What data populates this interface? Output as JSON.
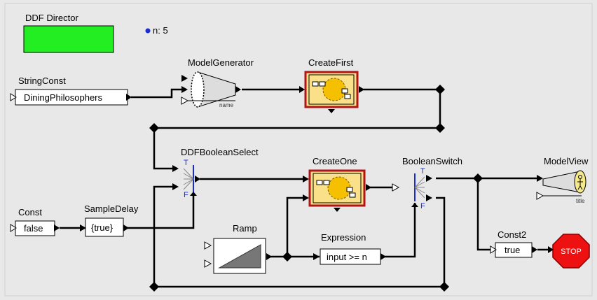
{
  "director": {
    "label": "DDF Director",
    "color": "#22ee22"
  },
  "parameter": {
    "text": "n: 5"
  },
  "actors": {
    "string_const": {
      "name": "StringConst",
      "value": "DiningPhilosophers"
    },
    "model_generator": {
      "name": "ModelGenerator",
      "port_label": "name"
    },
    "create_first": {
      "name": "CreateFirst"
    },
    "ddf_boolean_select": {
      "name": "DDFBooleanSelect",
      "port_true": "T",
      "port_false": "F"
    },
    "create_one": {
      "name": "CreateOne"
    },
    "boolean_switch": {
      "name": "BooleanSwitch",
      "port_true": "T",
      "port_false": "F"
    },
    "model_view": {
      "name": "ModelView",
      "port_label": "title"
    },
    "const": {
      "name": "Const",
      "value": "false"
    },
    "sample_delay": {
      "name": "SampleDelay",
      "value": "{true}"
    },
    "ramp": {
      "name": "Ramp"
    },
    "expression": {
      "name": "Expression",
      "value": "input >= n"
    },
    "const2": {
      "name": "Const2",
      "value": "true"
    },
    "stop": {
      "label": "STOP",
      "color": "#ee1111"
    }
  }
}
